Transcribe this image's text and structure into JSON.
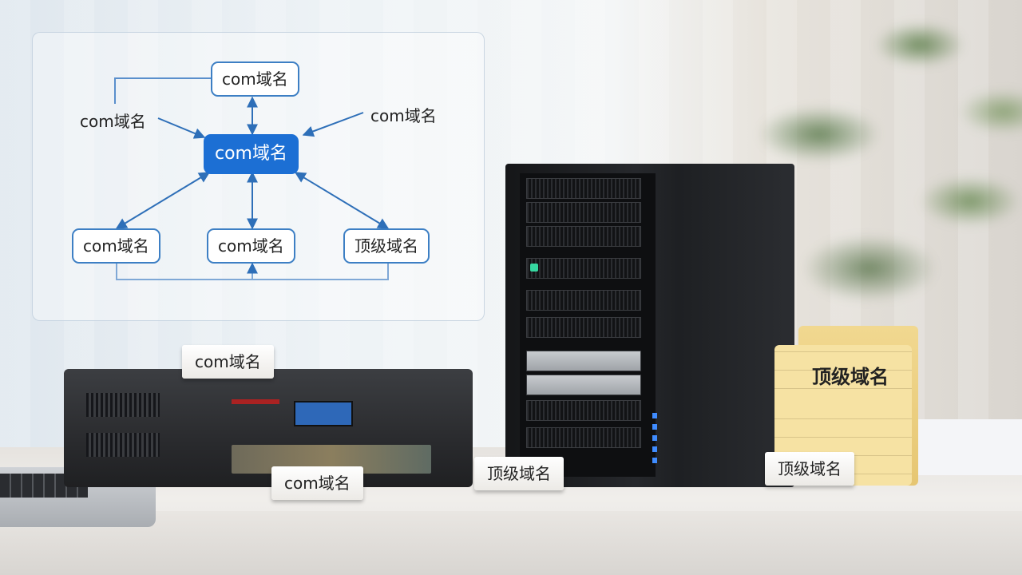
{
  "diagram": {
    "top_node": "com域名",
    "left_label": "com域名",
    "right_label": "com域名",
    "center_node": "com域名",
    "bottom_left_node": "com域名",
    "bottom_middle_node": "com域名",
    "bottom_right_node": "顶级域名"
  },
  "labels": {
    "device_top": "com域名",
    "device_front": "com域名",
    "server_front": "顶级域名",
    "folder_tent": "顶级域名",
    "folder_title": "顶级域名"
  },
  "colors": {
    "accent_blue": "#1c6fd4",
    "node_border": "#3d7fc4",
    "folder": "#f6e2a3"
  }
}
